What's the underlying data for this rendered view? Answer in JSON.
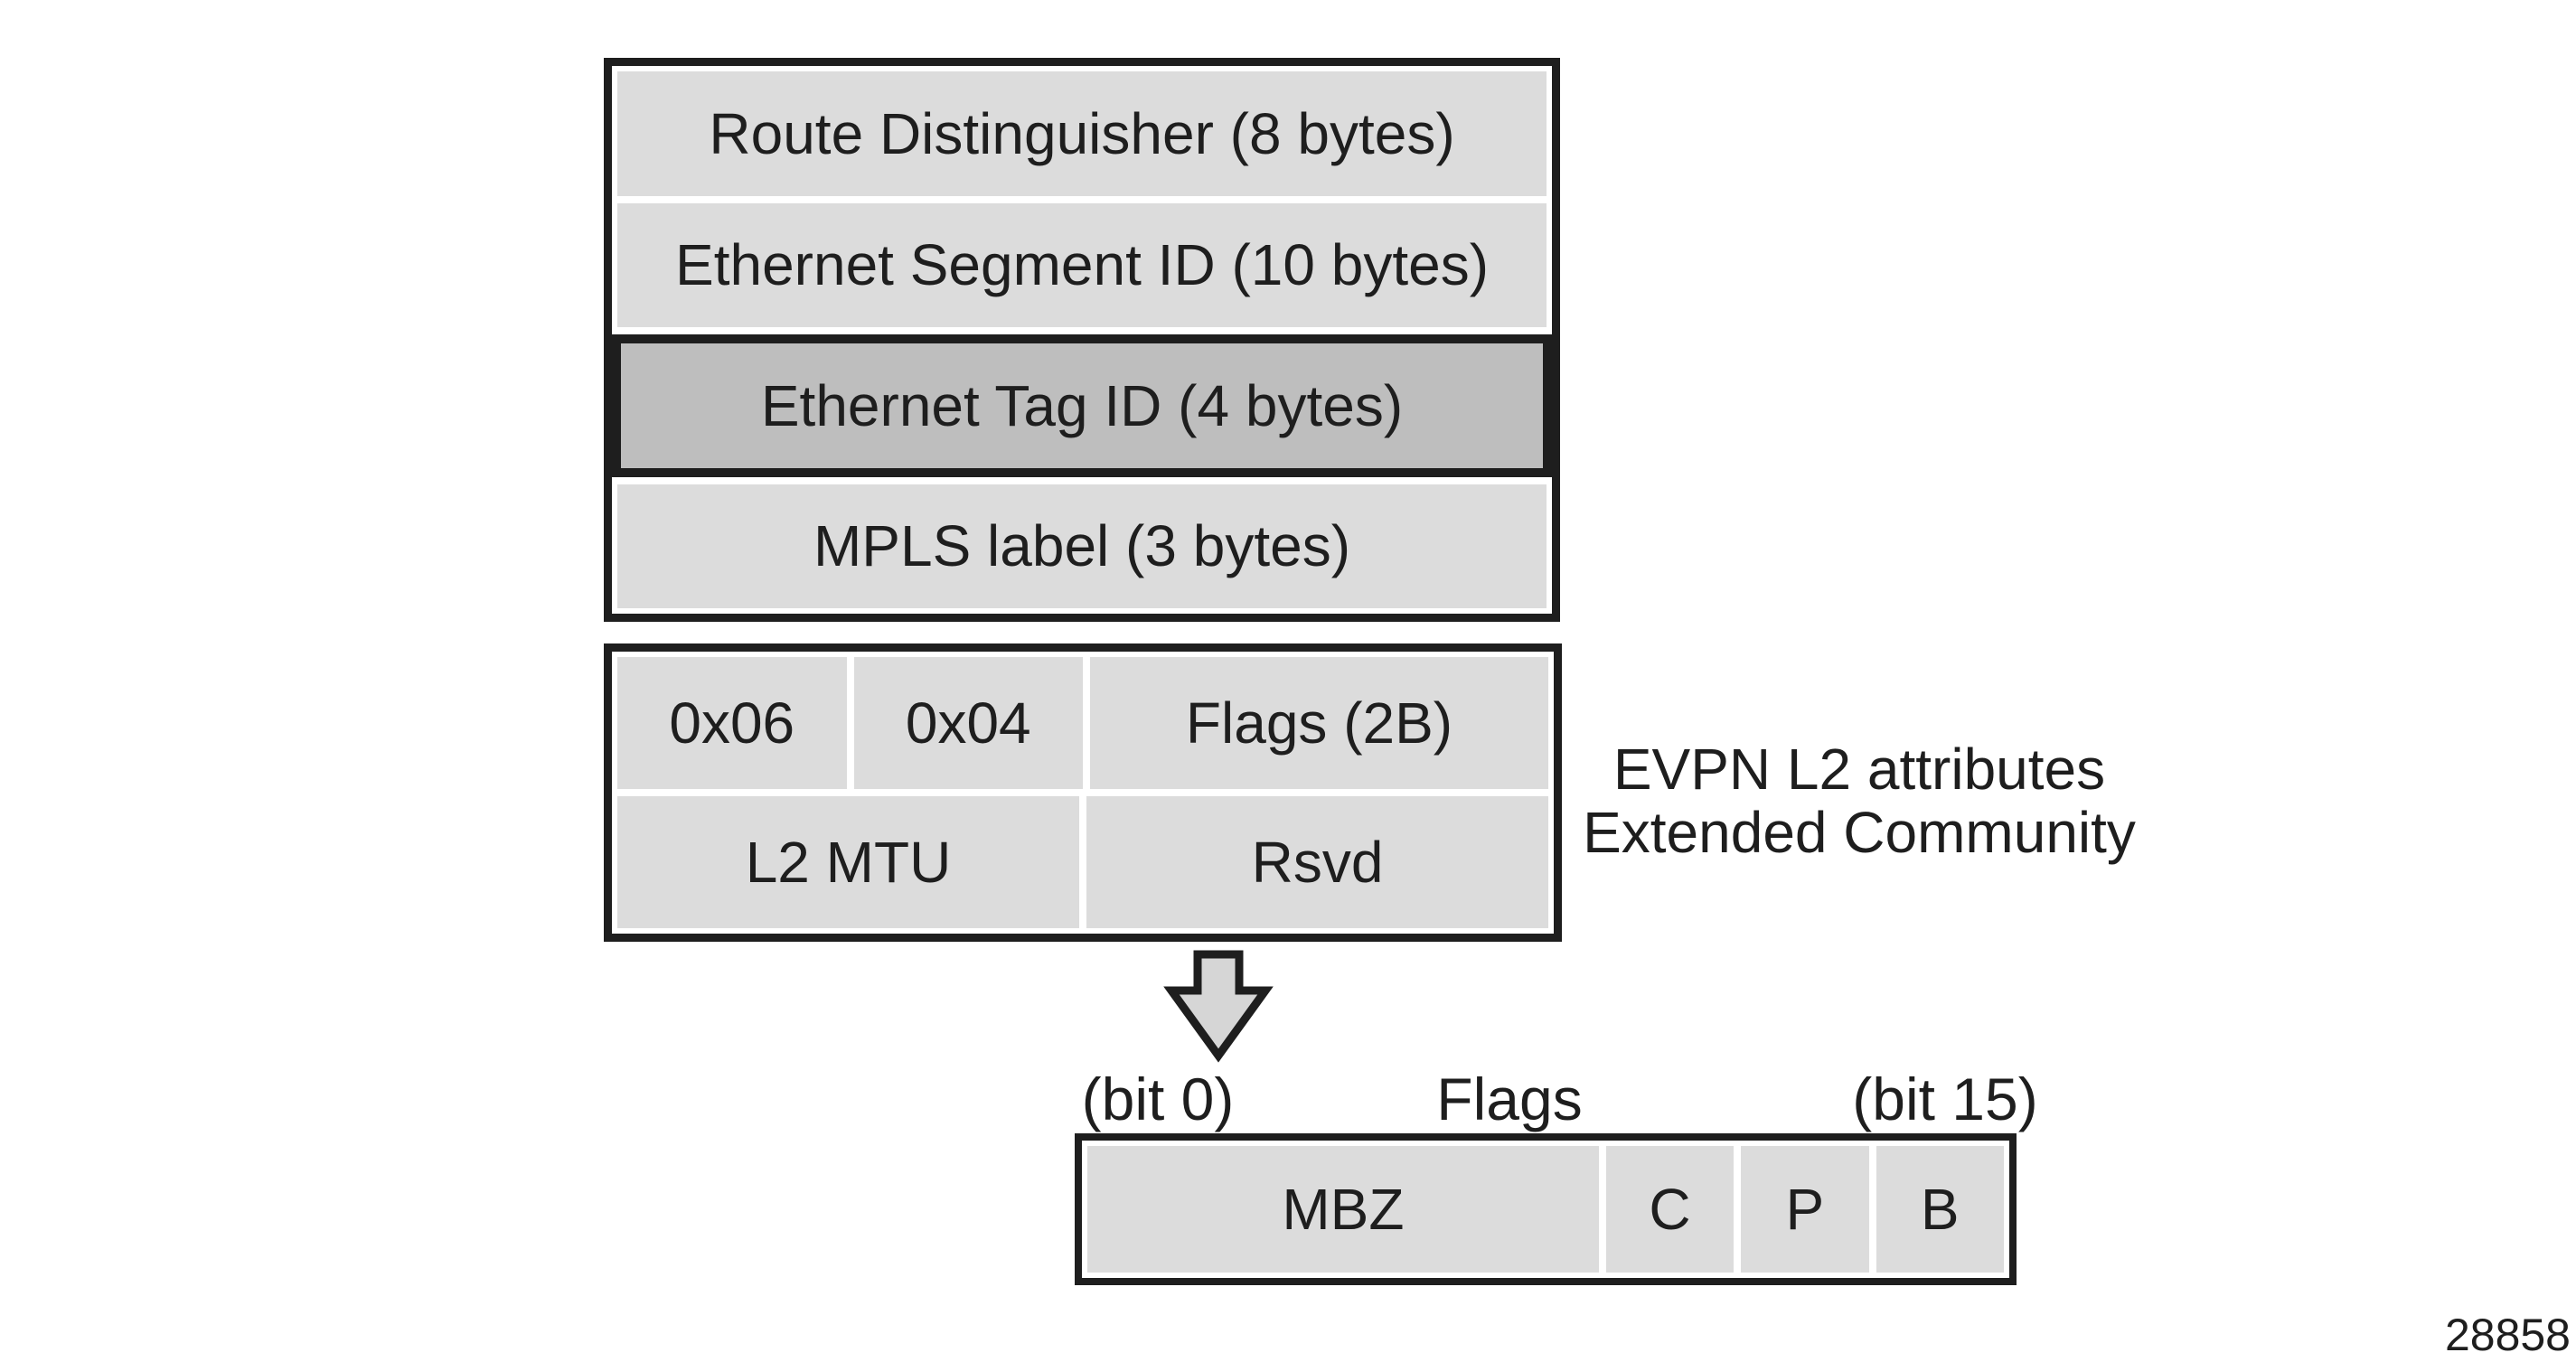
{
  "colors": {
    "background": "#ffffff",
    "cell_fill": "#dcdcdc",
    "cell_highlight_fill": "#bebebe",
    "line_and_text": "#1e1e1e",
    "arrow_fill": "#d6d6d6"
  },
  "route_box": {
    "rows": [
      {
        "label": "Route Distinguisher (8 bytes)",
        "highlighted": false
      },
      {
        "label": "Ethernet Segment ID (10 bytes)",
        "highlighted": false
      },
      {
        "label": "Ethernet Tag ID (4 bytes)",
        "highlighted": true
      },
      {
        "label": "MPLS label (3 bytes)",
        "highlighted": false
      }
    ]
  },
  "ext_community_box": {
    "row1": [
      {
        "label": "0x06"
      },
      {
        "label": "0x04"
      },
      {
        "label": "Flags (2B)"
      }
    ],
    "row2": [
      {
        "label": "L2 MTU"
      },
      {
        "label": "Rsvd"
      }
    ]
  },
  "side_label": {
    "line1": "EVPN L2 attributes",
    "line2": "Extended Community"
  },
  "arrow": {
    "icon": "down-arrow"
  },
  "flags_detail": {
    "bit_start_label": "(bit 0)",
    "title": "Flags",
    "bit_end_label": "(bit 15)",
    "cells": [
      {
        "label": "MBZ"
      },
      {
        "label": "C"
      },
      {
        "label": "P"
      },
      {
        "label": "B"
      }
    ]
  },
  "figure_number": "28858"
}
